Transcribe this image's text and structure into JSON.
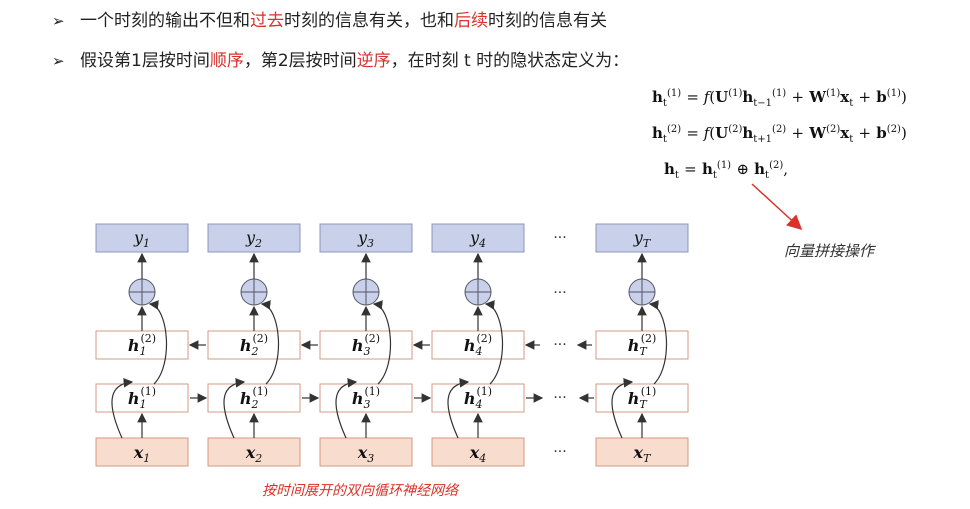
{
  "bullets": [
    {
      "parts": [
        {
          "text": "一个时刻的输出不但和",
          "red": false
        },
        {
          "text": "过去",
          "red": true
        },
        {
          "text": "时刻的信息有关，也和",
          "red": false
        },
        {
          "text": "后续",
          "red": true
        },
        {
          "text": "时刻的信息有关",
          "red": false
        }
      ]
    },
    {
      "parts": [
        {
          "text": "假设第1层按时间",
          "red": false
        },
        {
          "text": "顺序",
          "red": true
        },
        {
          "text": "，第2层按时间",
          "red": false
        },
        {
          "text": "逆序",
          "red": true
        },
        {
          "text": "，在时刻 t 时的隐状态定义为：",
          "red": false
        }
      ]
    }
  ],
  "formulas": {
    "f1": "h_t^(1) = f(U^(1) h_{t-1}^(1) + W^(1) x_t + b^(1))",
    "f2": "h_t^(2) = f(U^(2) h_{t+1}^(2) + W^(2) x_t + b^(2))",
    "f3": "h_t = h_t^(1) ⊕ h_t^(2),"
  },
  "note": "向量拼接操作",
  "caption": "按时间展开的双向循环神经网络",
  "ellipsis": "···",
  "diagram": {
    "columns": [
      {
        "x": "x",
        "xs": "1",
        "h1": "h",
        "h1s": "1",
        "h1p": "(1)",
        "h2": "h",
        "h2s": "1",
        "h2p": "(2)",
        "y": "y",
        "ys": "1"
      },
      {
        "x": "x",
        "xs": "2",
        "h1": "h",
        "h1s": "2",
        "h1p": "(1)",
        "h2": "h",
        "h2s": "2",
        "h2p": "(2)",
        "y": "y",
        "ys": "2"
      },
      {
        "x": "x",
        "xs": "3",
        "h1": "h",
        "h1s": "3",
        "h1p": "(1)",
        "h2": "h",
        "h2s": "3",
        "h2p": "(2)",
        "y": "y",
        "ys": "3"
      },
      {
        "x": "x",
        "xs": "4",
        "h1": "h",
        "h1s": "4",
        "h1p": "(1)",
        "h2": "h",
        "h2s": "4",
        "h2p": "(2)",
        "y": "y",
        "ys": "4"
      },
      {
        "x": "x",
        "xs": "T",
        "h1": "h",
        "h1s": "T",
        "h1p": "(1)",
        "h2": "h",
        "h2s": "T",
        "h2p": "(2)",
        "y": "y",
        "ys": "T"
      }
    ]
  },
  "colors": {
    "y_fill": "#c8d0ea",
    "y_stroke": "#8c96bd",
    "x_fill": "#f8dccd",
    "x_stroke": "#d49a80",
    "h_stroke": "#d49a80",
    "plus_fill": "#c8d0ea",
    "accent_red": "#d8322a"
  }
}
